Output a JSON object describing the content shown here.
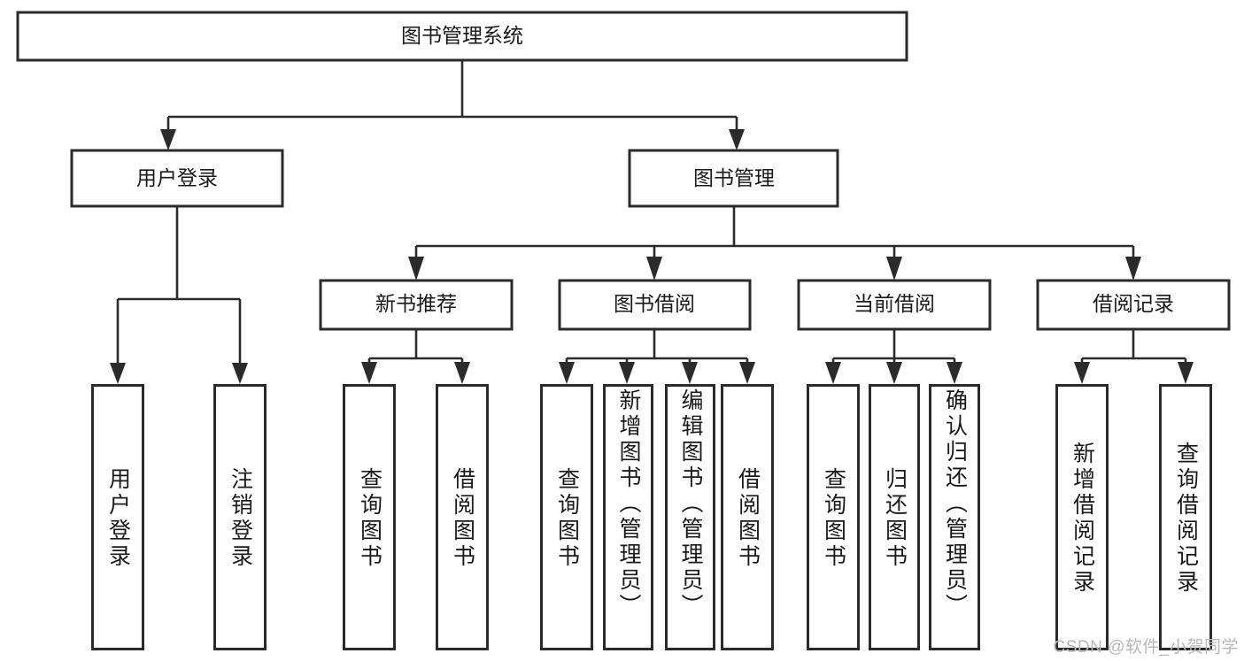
{
  "diagram": {
    "type": "tree-hierarchy",
    "title": "图书管理系统",
    "colors": {
      "box_stroke": "#2b2b2b",
      "box_fill": "#ffffff",
      "text": "#1a1a1a",
      "connector": "#2b2b2b",
      "watermark": "#b8b8b8",
      "background": "#ffffff"
    },
    "root": {
      "label": "图书管理系统"
    },
    "level2": [
      {
        "label": "用户登录"
      },
      {
        "label": "图书管理"
      }
    ],
    "level3": [
      {
        "label": "新书推荐"
      },
      {
        "label": "图书借阅"
      },
      {
        "label": "当前借阅"
      },
      {
        "label": "借阅记录"
      }
    ],
    "leaves": {
      "user_login": [
        {
          "label": "用户登录"
        },
        {
          "label": "注销登录"
        }
      ],
      "new_book_recommend": [
        {
          "label": "查询图书"
        },
        {
          "label": "借阅图书"
        }
      ],
      "book_borrow": [
        {
          "label": "查询图书"
        },
        {
          "label": "新增图书（管理员）"
        },
        {
          "label": "编辑图书（管理员）"
        },
        {
          "label": "借阅图书"
        }
      ],
      "current_borrow": [
        {
          "label": "查询图书"
        },
        {
          "label": "归还图书"
        },
        {
          "label": "确认归还（管理员）"
        }
      ],
      "borrow_records": [
        {
          "label": "新增借阅记录"
        },
        {
          "label": "查询借阅记录"
        }
      ]
    }
  },
  "watermark": {
    "text": "CSDN @软件_小贺同学"
  }
}
